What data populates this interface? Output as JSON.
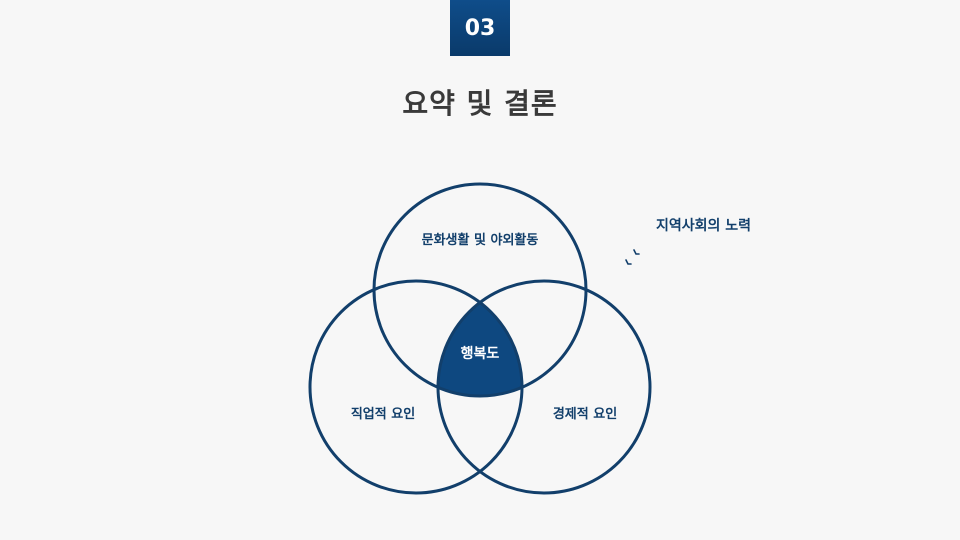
{
  "section_number": "03",
  "title": "요약 및 결론",
  "side_note": "지역사회의 노력",
  "venn": {
    "top_label": "문화생활 및 야외활동",
    "left_label": "직업적 요인",
    "right_label": "경제적 요인",
    "center_label": "행복도"
  },
  "colors": {
    "accent": "#0f4d8a",
    "circle_stroke": "#123f6b",
    "center_fill": "#0e4880",
    "title_text": "#3a3a3a",
    "background": "#f7f7f7"
  }
}
